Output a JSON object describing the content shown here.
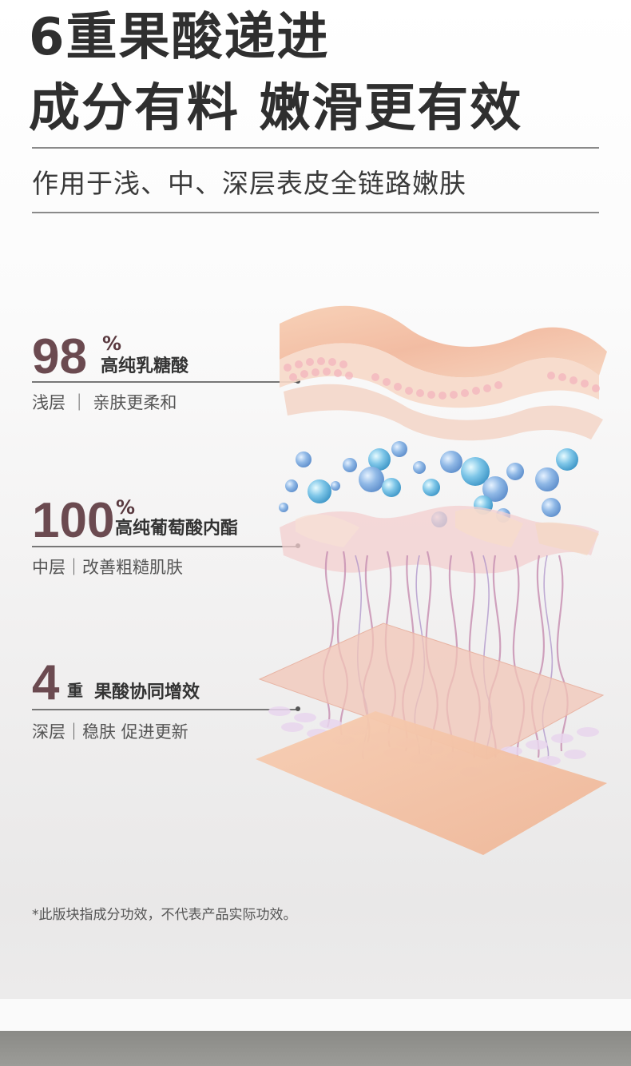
{
  "header": {
    "title_line1": "6重果酸递进",
    "title_line2": "成分有料 嫩滑更有效",
    "subtitle": "作用于浅、中、深层表皮全链路嫩肤"
  },
  "layers": [
    {
      "number": "98",
      "unit": "%",
      "label": "高纯乳糖酸",
      "desc": "浅层 ｜ 亲肤更柔和"
    },
    {
      "number": "100",
      "unit": "%",
      "label": "高纯葡萄酸内酯",
      "desc": "中层｜改善粗糙肌肤"
    },
    {
      "number": "4",
      "unit": "重",
      "label": "果酸协同增效",
      "desc": "深层｜稳肤 促进更新"
    }
  ],
  "disclaimer": "*此版块指成分功效，不代表产品实际功效。",
  "colors": {
    "number": "#6b4a50",
    "text": "#2f2f2f",
    "skin": "#f3c3a6",
    "bubble_blue": "#7fb0e0"
  }
}
